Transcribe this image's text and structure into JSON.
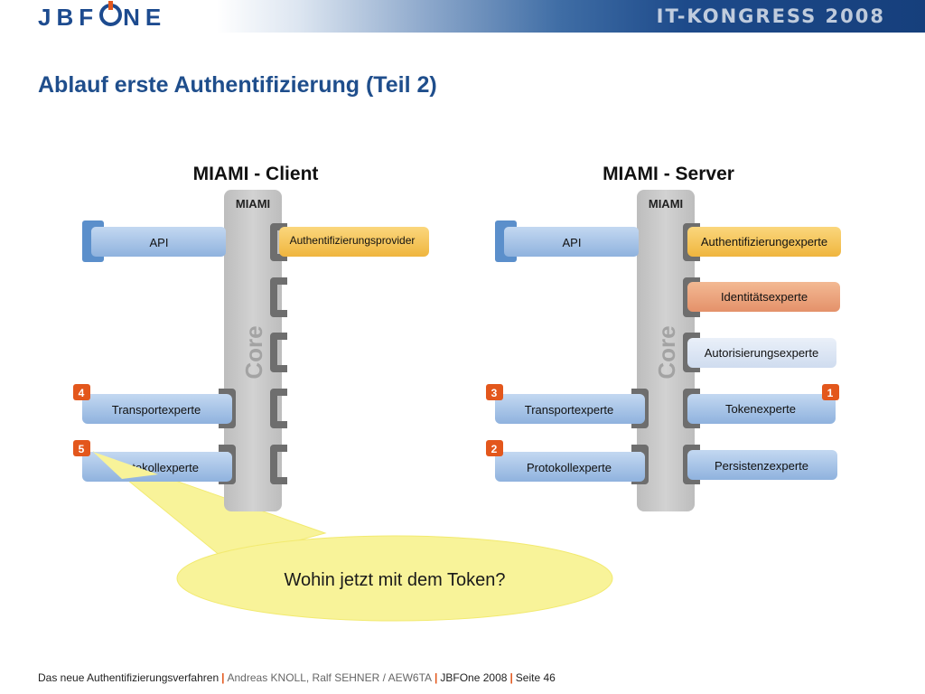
{
  "header": {
    "logo": "JBFONE",
    "congress": "IT-KONGRESS 2008"
  },
  "title": "Ablauf erste Authentifizierung (Teil 2)",
  "client": {
    "heading": "MIAMI - Client",
    "column_label": "MIAMI",
    "core_label": "Core",
    "api": "API",
    "provider": "Authentifizierungsprovider",
    "transport": "Transportexperte",
    "protocol": "Protokollexperte",
    "badge_transport": "4",
    "badge_protocol": "5"
  },
  "server": {
    "heading": "MIAMI - Server",
    "column_label": "MIAMI",
    "core_label": "Core",
    "api": "API",
    "auth_expert": "Authentifizierungexperte",
    "identity": "Identitätsexperte",
    "authorization": "Autorisierungsexperte",
    "token": "Tokenexperte",
    "persistence": "Persistenzexperte",
    "transport": "Transportexperte",
    "protocol": "Protokollexperte",
    "badge_transport": "3",
    "badge_protocol": "2",
    "badge_token": "1"
  },
  "callout": "Wohin jetzt mit dem Token?",
  "footer": {
    "part1": "Das neue Authentifizierungsverfahren",
    "part2": "Andreas KNOLL, Ralf SEHNER / AEW6TA",
    "part3": "JBFOne 2008",
    "part4": "Seite 46"
  },
  "colors": {
    "title": "#1f4e8c",
    "module_blue": "#a8c4e6",
    "module_yellow": "#f5c55a",
    "module_salmon": "#eca47c",
    "module_pale": "#dbe6f4",
    "core_grey": "#c7c7c7",
    "badge": "#e3571c",
    "callout": "#f8f399"
  }
}
